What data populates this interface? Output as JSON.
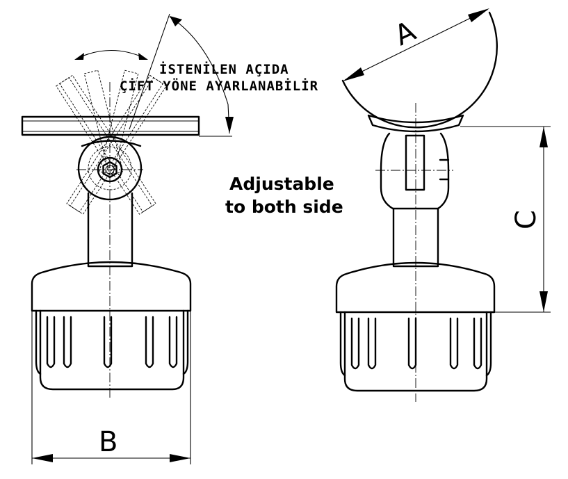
{
  "notes": {
    "turkish_line_1": "İSTENİLEN AÇIDA",
    "turkish_line_2": "ÇİFT YÖNE AYARLANABİLİR",
    "english_line_1": "Adjustable",
    "english_line_2": "to both side"
  },
  "dimensions": {
    "a_label": "A",
    "b_label": "B",
    "c_label": "C"
  },
  "colors": {
    "ink": "#000000",
    "paper": "#ffffff"
  }
}
